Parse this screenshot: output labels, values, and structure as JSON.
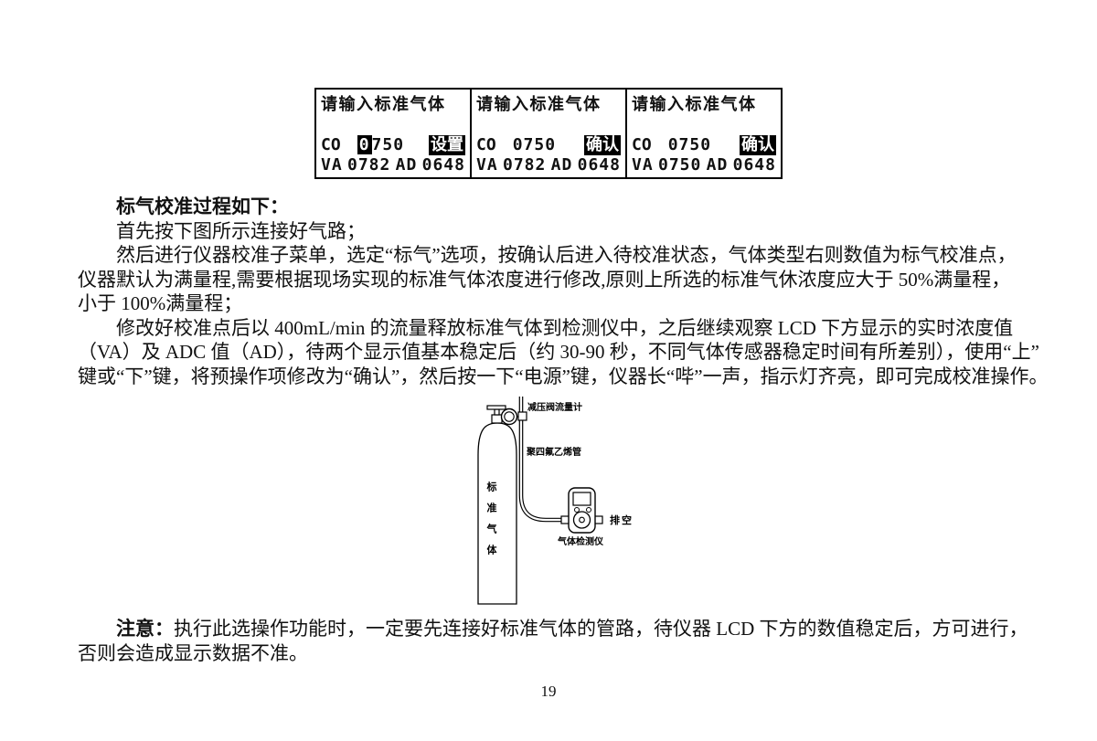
{
  "lcd": {
    "panels": [
      {
        "title": "请输入标准气体",
        "gas": "CO",
        "value_hl": "0",
        "value_rest": "750",
        "action": "设置",
        "va_label": "VA",
        "va_value": "0782",
        "ad_label": "AD",
        "ad_value": "0648"
      },
      {
        "title": "请输入标准气体",
        "gas": "CO",
        "value_hl": "",
        "value_rest": "0750",
        "action": "确认",
        "va_label": "VA",
        "va_value": "0782",
        "ad_label": "AD",
        "ad_value": "0648"
      },
      {
        "title": "请输入标准气体",
        "gas": "CO",
        "value_hl": "",
        "value_rest": "0750",
        "action": "确认",
        "va_label": "VA",
        "va_value": "0750",
        "ad_label": "AD",
        "ad_value": "0648"
      }
    ]
  },
  "body": {
    "heading": "标气校准过程如下：",
    "line1": "首先按下图所示连接好气路；",
    "line2": "然后进行仪器校准子菜单，选定“标气”选项，按确认后进入待校准状态，气体类型右则数值为标气校准点，",
    "line3": "仪器默认为满量程,需要根据现场实现的标准气体浓度进行修改,原则上所选的标准气休浓度应大于 50%满量程，",
    "line4": "小于 100%满量程；",
    "line5": "修改好校准点后以 400mL/min 的流量释放标准气体到检测仪中，之后继续观察 LCD 下方显示的实时浓度值",
    "line6": "（VA）及 ADC 值（AD），待两个显示值基本稳定后（约 30-90 秒，不同气体传感器稳定时间有所差别），使用“上”",
    "line7": "键或“下”键，将预操作项修改为“确认”，然后按一下“电源”键，仪器长“哔”一声，指示灯齐亮，即可完成校准操作。"
  },
  "note": {
    "prefix": "注意：",
    "line1_rest": "执行此选操作功能时，一定要先连接好标准气体的管路，待仪器 LCD 下方的数值稳定后，方可进行，",
    "line2": "否则会造成显示数据不准。"
  },
  "diagram": {
    "regulator_label": "减压阀流量计",
    "tube_label": "聚四氟乙烯管",
    "cylinder_label": "标准气体",
    "vent_label": "排空",
    "detector_label": "气体检测仪"
  },
  "page_number": "19",
  "colors": {
    "ink": "#000000",
    "paper": "#ffffff"
  }
}
